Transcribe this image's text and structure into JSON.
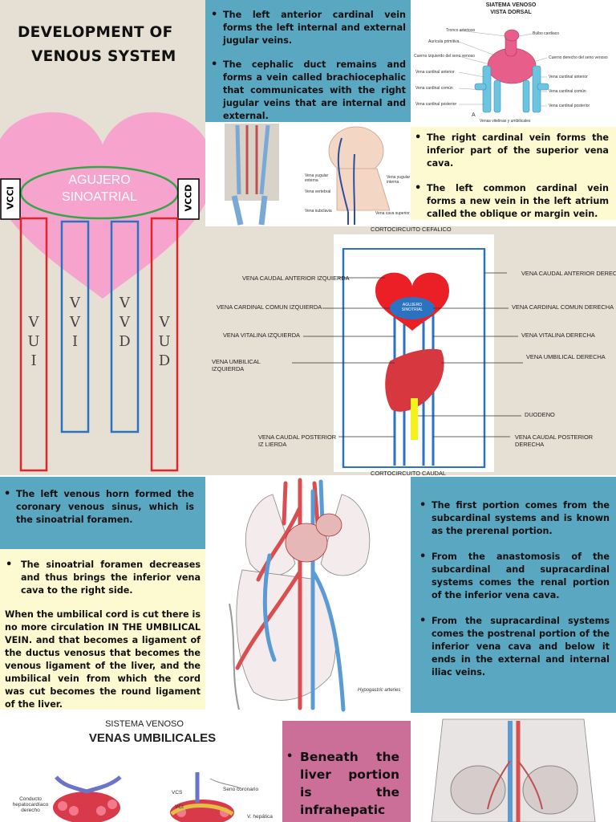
{
  "title": {
    "line1": "DEVELOPMENT OF",
    "line2": "VENOUS SYSTEM"
  },
  "left_diagram": {
    "foramen_line1": "AGUJERO",
    "foramen_line2": "SINOATRIAL",
    "vcci": "VCCI",
    "vccd": "VCCD",
    "vui": [
      "V",
      "U",
      "I"
    ],
    "vvi": [
      "V",
      "V",
      "I"
    ],
    "vvd": [
      "V",
      "V",
      "D"
    ],
    "vud": [
      "V",
      "U",
      "D"
    ]
  },
  "top_text": [
    "The left anterior cardinal vein forms the left internal and external jugular veins.",
    "The cephalic duct remains and forms a vein called brachiocephalic that communicates with the right jugular veins that are internal and external."
  ],
  "dorsal_figure": {
    "title1": "SIATEMA VENOSO",
    "title2": "VISTA DORSAL",
    "labels_left": [
      "Tronco arterioso",
      "Aurícula primitiva",
      "Cuerno izquierdo del seno venoso",
      "Vena cardinal anterior",
      "Vena cardinal común",
      "Vena cardinal posterior"
    ],
    "labels_right": [
      "Bulbo cardiaco",
      "Cuerno derecho del seno venoso",
      "Vena cardinal anterior",
      "Vena cardinal común",
      "Vena cardinal posterior"
    ],
    "bottom": "Venas vitelinas y umbilicales",
    "letter": "A"
  },
  "neck_figure": {
    "labels": [
      "Vena yugular externa",
      "Vena yugular interna",
      "Vena vertebral",
      "Vena subclavia",
      "Vena cava superior"
    ]
  },
  "right_text": [
    "The right cardinal vein forms the inferior part of the superior vena cava.",
    "The left common cardinal vein forms a new vein in the left atrium called the oblique or margin vein."
  ],
  "center_diagram": {
    "top": "CORTOCIRCUITO CEFALICO",
    "bottom": "CORTOCIRCUITO CAUDAL",
    "foramen1": "AGUJERO",
    "foramen2": "SINOTRIAL",
    "left_labels": [
      "VENA CAUDAL ANTERIOR IZQUIERDA",
      "VENA CARDINAL COMUN IZQUIERDA",
      "VENA VITALINA IZQUIERDA",
      "VENA UMBILICAL",
      "IZQUIERDA",
      "VENA CAUDAL POSTERIOR",
      "IZ LIERDA"
    ],
    "right_labels": [
      "VENA CAUDAL ANTERIOR DERECHA",
      "VENA CARDINAL COMUN DERECHA",
      "VENA VITALINA DERECHA",
      "VENA UMBILICAL DERECHA",
      "DUODENO",
      "VENA CAUDAL POSTERIOR",
      "DERECHA"
    ]
  },
  "left_mid_text": "The left venous horn formed the coronary venous sinus, which is the sinoatrial foramen.",
  "left_low_bullet": "The sinoatrial foramen decreases and thus brings the inferior vena cava to the right side.",
  "left_low_paragraph": "When the umbilical cord is cut there is no more circulation IN THE UMBILICAL VEIN. and that becomes a ligament of the ductus venosus that becomes the venous ligament of the liver, and the umbilical vein from which the cord was cut becomes the round ligament of the liver.",
  "anatomy_label": "Hypogastric arteries",
  "right_low_text": [
    "The first portion comes from the subcardinal systems and is known as the prerenal portion.",
    "From the anastomosis of the subcardinal and supracardinal systems comes the renal portion of the inferior vena cava.",
    "From the supracardinal systems comes the postrenal portion of the inferior vena cava and below it ends in the external and internal iliac veins."
  ],
  "umbilical_figure": {
    "title1": "SISTEMA VENOSO",
    "title2": "VENAS UMBILICALES",
    "labels": [
      "Conducto hepatocardíaco derecho",
      "VCS",
      "Seno coronario",
      "VCI",
      "V. hepática"
    ]
  },
  "pink_box": "Beneath the liver portion is the infrahepatic",
  "colors": {
    "blue_box": "#5aa7c2",
    "yellow_box": "#fdfad2",
    "pink_box": "#cc6f98",
    "red_vein": "#e0262c",
    "blue_vein": "#2b73c0",
    "heart_pink": "#f6a4cd"
  }
}
